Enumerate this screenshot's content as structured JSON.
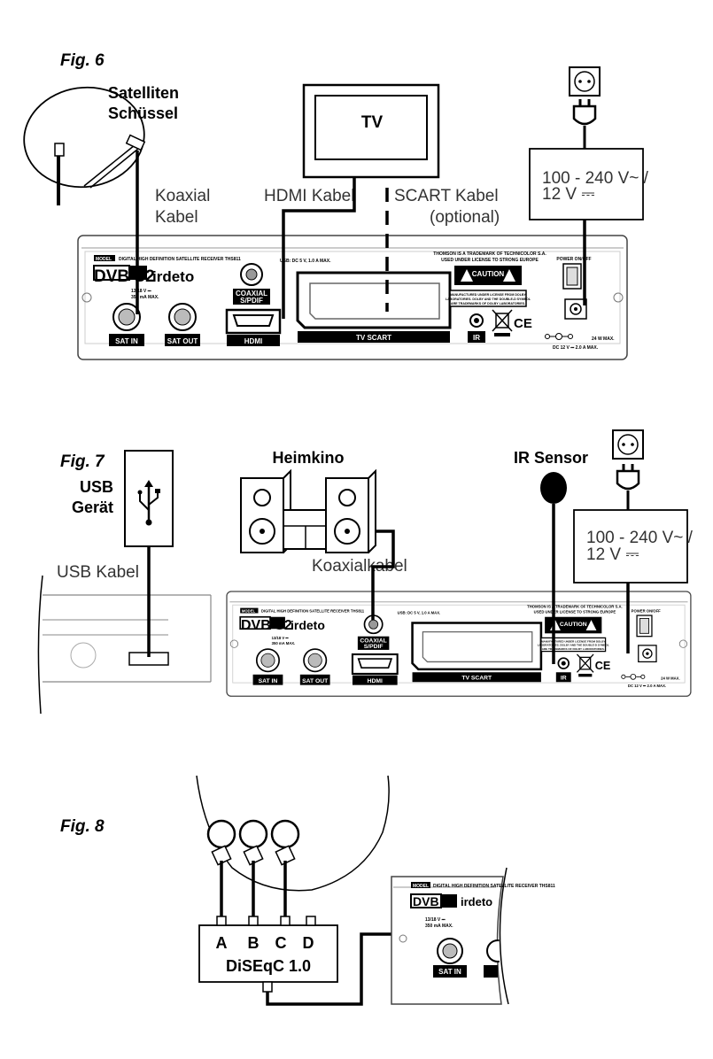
{
  "fig6": {
    "title": "Fig. 6",
    "dish_label": [
      "Satelliten",
      "Schüssel"
    ],
    "tv": "TV",
    "coax_label": [
      "Koaxial",
      "Kabel"
    ],
    "hdmi_label": "HDMI Kabel",
    "scart_label": [
      "SCART Kabel",
      "(optional)"
    ],
    "psu": [
      "100 - 240 V~ /",
      "12 V ⎓"
    ]
  },
  "fig7": {
    "title": "Fig. 7",
    "usb_device": [
      "USB",
      "Gerät"
    ],
    "usb_cable": "USB Kabel",
    "home_cinema": "Heimkino",
    "coax_label": "Koaxialkabel",
    "ir_sensor": "IR Sensor",
    "psu": [
      "100 - 240 V~ /",
      "12 V ⎓"
    ]
  },
  "fig8": {
    "title": "Fig. 8",
    "ports": [
      "A",
      "B",
      "C",
      "D"
    ],
    "switch_label": "DiSEqC 1.0"
  },
  "receiver": {
    "model_tag": "MODEL",
    "model_text": "DIGITAL HIGH DEFINITION SATELLITE RECEIVER THS811",
    "dvb": "DVB S2",
    "irdeto": "irdeto",
    "lnb_spec": [
      "13/18 V ⎓",
      "350 mA MAX."
    ],
    "usb_spec": "USB: DC 5 V, 1.0 A MAX.",
    "coaxial": [
      "COAXIAL",
      "S/PDIF"
    ],
    "hdmi": "HDMI",
    "tv_scart": "TV SCART",
    "sat_in": "SAT IN",
    "sat_out": "SAT OUT",
    "ir": "IR",
    "thomson": [
      "THOMSON IS A TRADEMARK OF TECHNICOLOR S.A.",
      "USED UNDER LICENSE TO STRONG EUROPE"
    ],
    "caution": "CAUTION",
    "dolby": [
      "MANUFACTURED UNDER LICENSE FROM DOLBY",
      "LABORATORIES. DOLBY AND THE DOUBLE-D SYMBOL",
      "ARE TRADEMARKS OF DOLBY LABORATORIES."
    ],
    "ce": "CE",
    "power": "POWER ON/OFF",
    "rating": [
      "24 W MAX.",
      "DC 12 V ⎓  2.0 A MAX."
    ]
  }
}
